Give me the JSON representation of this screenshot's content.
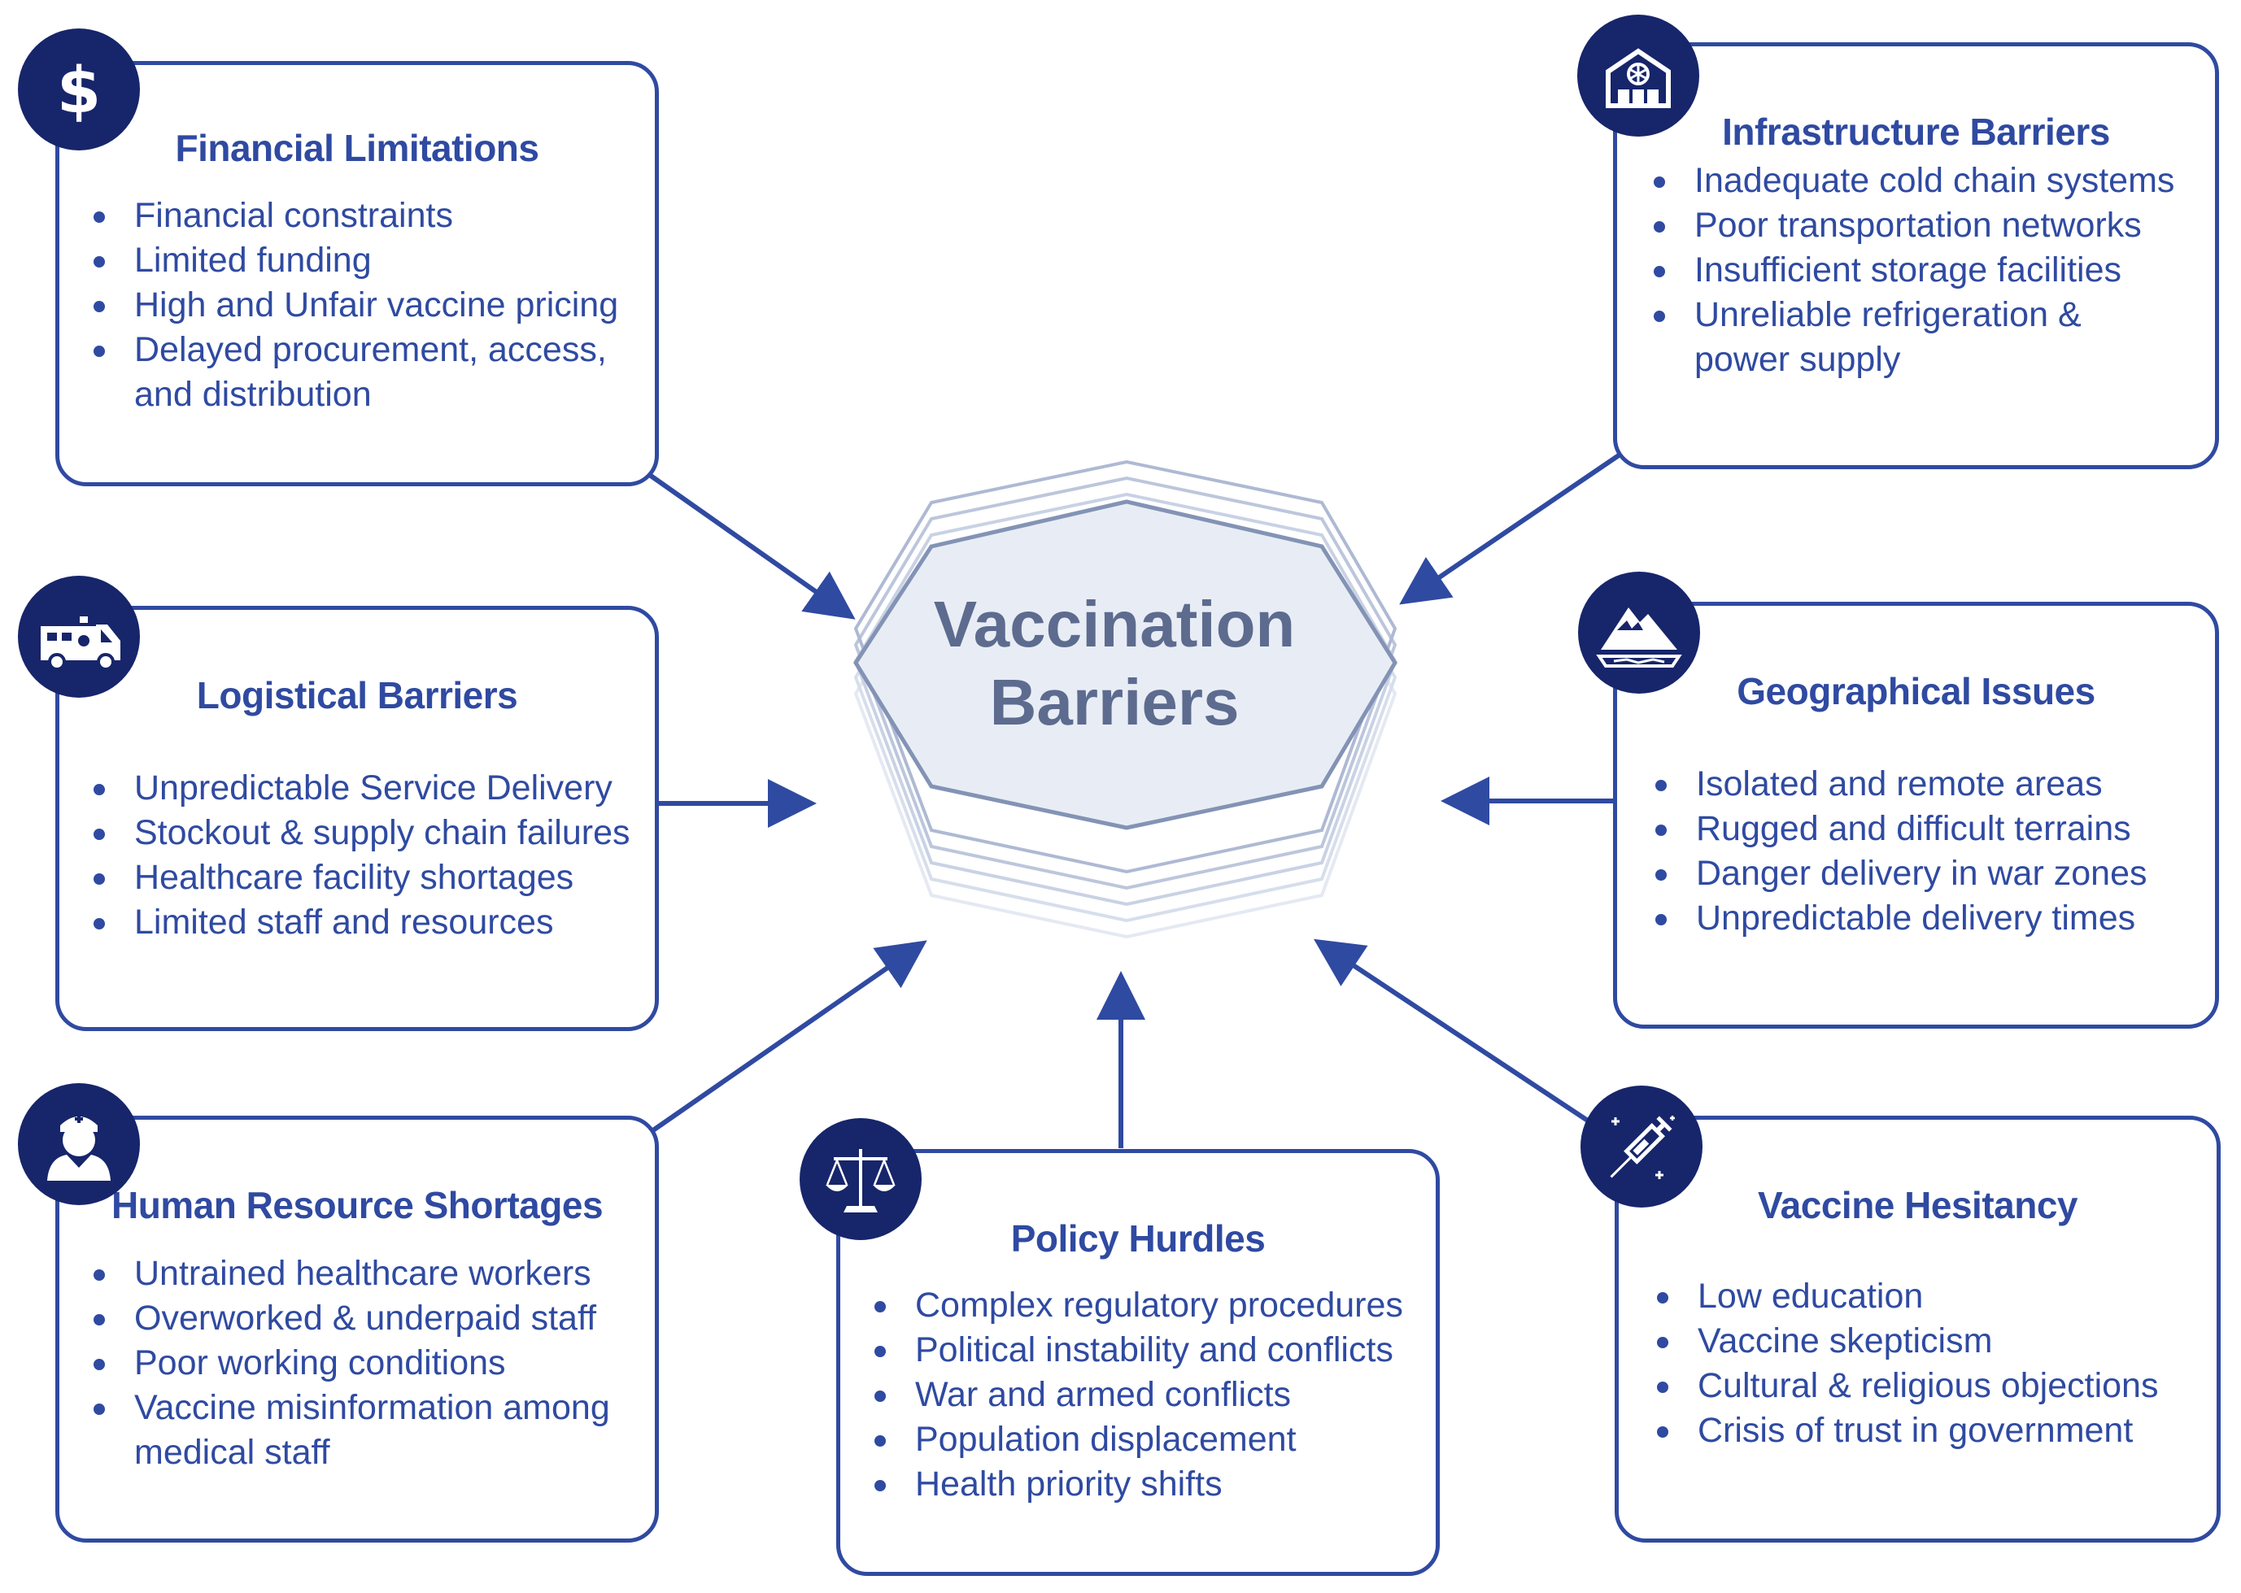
{
  "center": {
    "line1": "Vaccination",
    "line2": "Barriers"
  },
  "colors": {
    "primary": "#2f4aa1",
    "icon_bg": "#17256b",
    "center_fill": "#e8edf5",
    "center_text": "#5d6b8f"
  },
  "boxes": {
    "financial": {
      "icon": "dollar-icon",
      "title": "Financial Limitations",
      "items": [
        "Financial constraints",
        "Limited funding",
        "High and Unfair vaccine pricing",
        "Delayed procurement, access,",
        "and distribution"
      ]
    },
    "infrastructure": {
      "icon": "cold-storage-warehouse-icon",
      "title": "Infrastructure Barriers",
      "items": [
        "Inadequate cold chain systems",
        "Poor transportation networks",
        "Insufficient storage facilities",
        "Unreliable refrigeration &",
        "power supply"
      ]
    },
    "logistical": {
      "icon": "ambulance-icon",
      "title": "Logistical Barriers",
      "items": [
        "Unpredictable Service Delivery",
        "Stockout & supply chain failures",
        "Healthcare facility shortages",
        "Limited staff and resources"
      ]
    },
    "geographical": {
      "icon": "mountain-icon",
      "title": "Geographical Issues",
      "items": [
        "Isolated and remote areas",
        "Rugged and difficult terrains",
        "Danger delivery in war zones",
        "Unpredictable delivery times"
      ]
    },
    "human": {
      "icon": "doctor-icon",
      "title": "Human Resource Shortages",
      "items": [
        "Untrained healthcare workers",
        "Overworked & underpaid staff",
        "Poor working conditions",
        "Vaccine misinformation among",
        "medical staff"
      ]
    },
    "policy": {
      "icon": "scales-icon",
      "title": "Policy Hurdles",
      "items": [
        "Complex regulatory procedures",
        "Political instability and conflicts",
        "War and armed conflicts",
        "Population displacement",
        "Health priority shifts"
      ]
    },
    "hesitancy": {
      "icon": "syringe-icon",
      "title": "Vaccine Hesitancy",
      "items": [
        "Low education",
        "Vaccine skepticism",
        "Cultural & religious objections",
        "Crisis of trust in government"
      ]
    }
  }
}
